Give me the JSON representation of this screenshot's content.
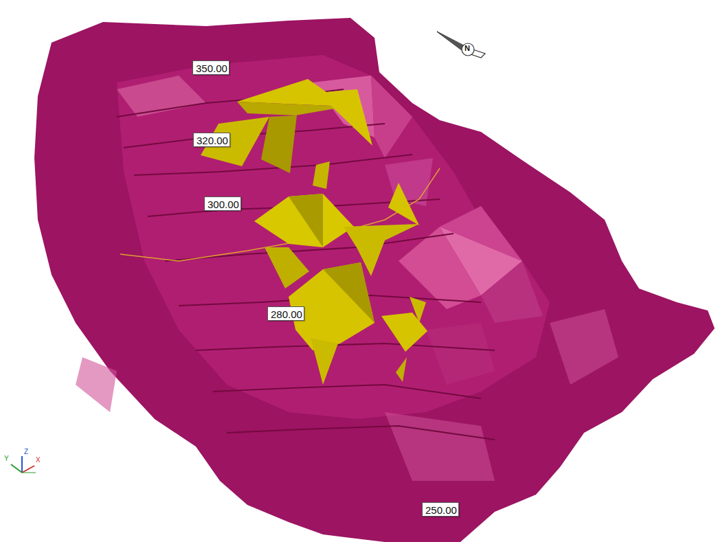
{
  "diagram": {
    "nodes": [
      {
        "text": [
          "350.00"
        ]
      },
      {
        "text": [
          "320.00"
        ]
      },
      {
        "text": [
          "300.00"
        ]
      },
      {
        "text": [
          "280.00"
        ]
      },
      {
        "text": [
          "250.00"
        ]
      }
    ],
    "labels": [
      "N",
      "Y",
      "Z",
      "X"
    ]
  }
}
